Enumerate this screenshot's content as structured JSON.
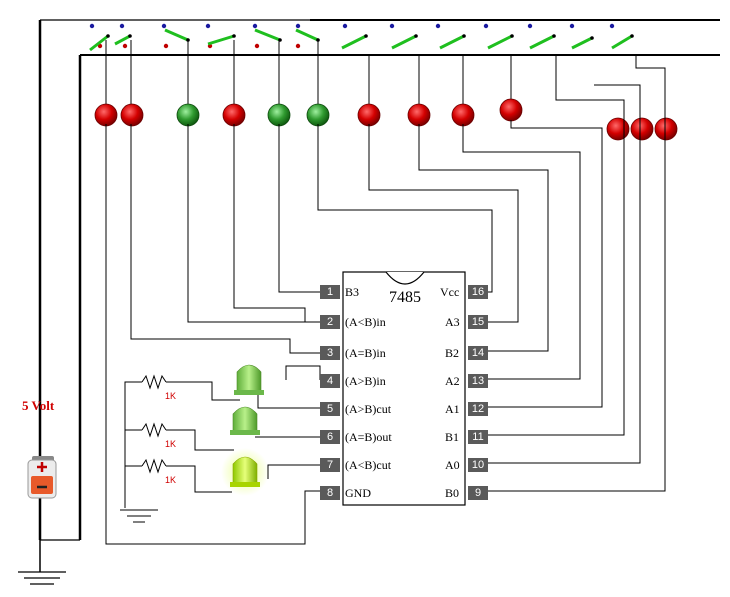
{
  "chip": {
    "name": "7485",
    "left_pins": [
      {
        "num": "1",
        "label": "B3"
      },
      {
        "num": "2",
        "label": "(A<B)in"
      },
      {
        "num": "3",
        "label": "(A=B)in"
      },
      {
        "num": "4",
        "label": "(A>B)in"
      },
      {
        "num": "5",
        "label": "(A>B)cut"
      },
      {
        "num": "6",
        "label": "(A=B)out"
      },
      {
        "num": "7",
        "label": "(A<B)cut"
      },
      {
        "num": "8",
        "label": "GND"
      }
    ],
    "right_pins": [
      {
        "num": "16",
        "label": "Vcc"
      },
      {
        "num": "15",
        "label": "A3"
      },
      {
        "num": "14",
        "label": "B2"
      },
      {
        "num": "13",
        "label": "A2"
      },
      {
        "num": "12",
        "label": "A1"
      },
      {
        "num": "11",
        "label": "B1"
      },
      {
        "num": "10",
        "label": "A0"
      },
      {
        "num": "9",
        "label": "B0"
      }
    ]
  },
  "resistors": [
    "1K",
    "1K",
    "1K"
  ],
  "supply": {
    "label": "5 Volt"
  },
  "colors": {
    "led_red": "#d40000",
    "led_green": "#2f9a2f",
    "switch_green": "#1fbf1f",
    "output_led_green": "#8fd84a",
    "wire": "#000000",
    "supply_label": "#d00000"
  }
}
